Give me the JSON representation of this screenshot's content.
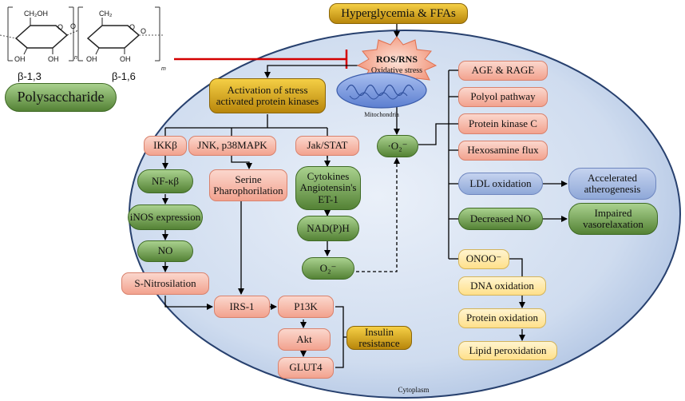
{
  "header": {
    "hyperglycemia": "Hyperglycemia & FFAs"
  },
  "polysaccharide": {
    "label": "Polysaccharide",
    "linkage_1": "β-1,3",
    "linkage_2": "β-1,6",
    "sub_n": "n",
    "sub_m": "m",
    "groups": [
      "CH₂OH",
      "OH",
      "OH",
      "CH₂",
      "OH",
      "OH",
      "O",
      "O",
      "O",
      "O"
    ]
  },
  "ros": {
    "title": "ROS/RNS",
    "subtitle": "Oxidative stress"
  },
  "organelle": {
    "mitochondria": "Mitochondria",
    "cytoplasm": "Cytoplasm"
  },
  "stress_kinases": "Activation of stress activated protein kinases",
  "pathway_left": {
    "ikkb": "IKKβ",
    "jnk": "JNK, p38MAPK",
    "jak": "Jak/STAT",
    "nfkb": "NF-κβ",
    "serine": "Serine Pharophorilation",
    "cytokines": "Cytokines Angiotensin's ET-1",
    "inos": "iNOS expression",
    "nadph": "NAD(P)H",
    "no": "NO",
    "o2_lower": "O₂⁻",
    "snitro": "S-Nitrosilation",
    "irs1": "IRS-1",
    "p13k": "P13K",
    "akt": "Akt",
    "glut4": "GLUT4",
    "insulin": "Insulin resistance"
  },
  "o2_upper": "·O₂⁻",
  "pathway_right": {
    "age": "AGE & RAGE",
    "polyol": "Polyol pathway",
    "pkc": "Protein kinase C",
    "hexosamine": "Hexosamine flux",
    "ldl": "LDL oxidation",
    "athero": "Accelerated atherogenesis",
    "decreased_no": "Decreased NO",
    "vaso": "Impaired vasorelaxation",
    "onoo": "ONOO⁻",
    "dna": "DNA oxidation",
    "protein_ox": "Protein oxidation",
    "lipid": "Lipid peroxidation"
  },
  "colors": {
    "pink": "#f4a896",
    "green": "#548235",
    "blue": "#8fa8d8",
    "yellow": "#ffe08a",
    "gold": "#d4a017",
    "cytoplasm": "#cfdcef",
    "inhibition": "#d40000",
    "mitochondria": "#7f9fe0"
  },
  "icons": [
    "inhibition-arrow-icon",
    "mitochondria-icon",
    "burst-star-icon",
    "sugar-ring-icon"
  ]
}
